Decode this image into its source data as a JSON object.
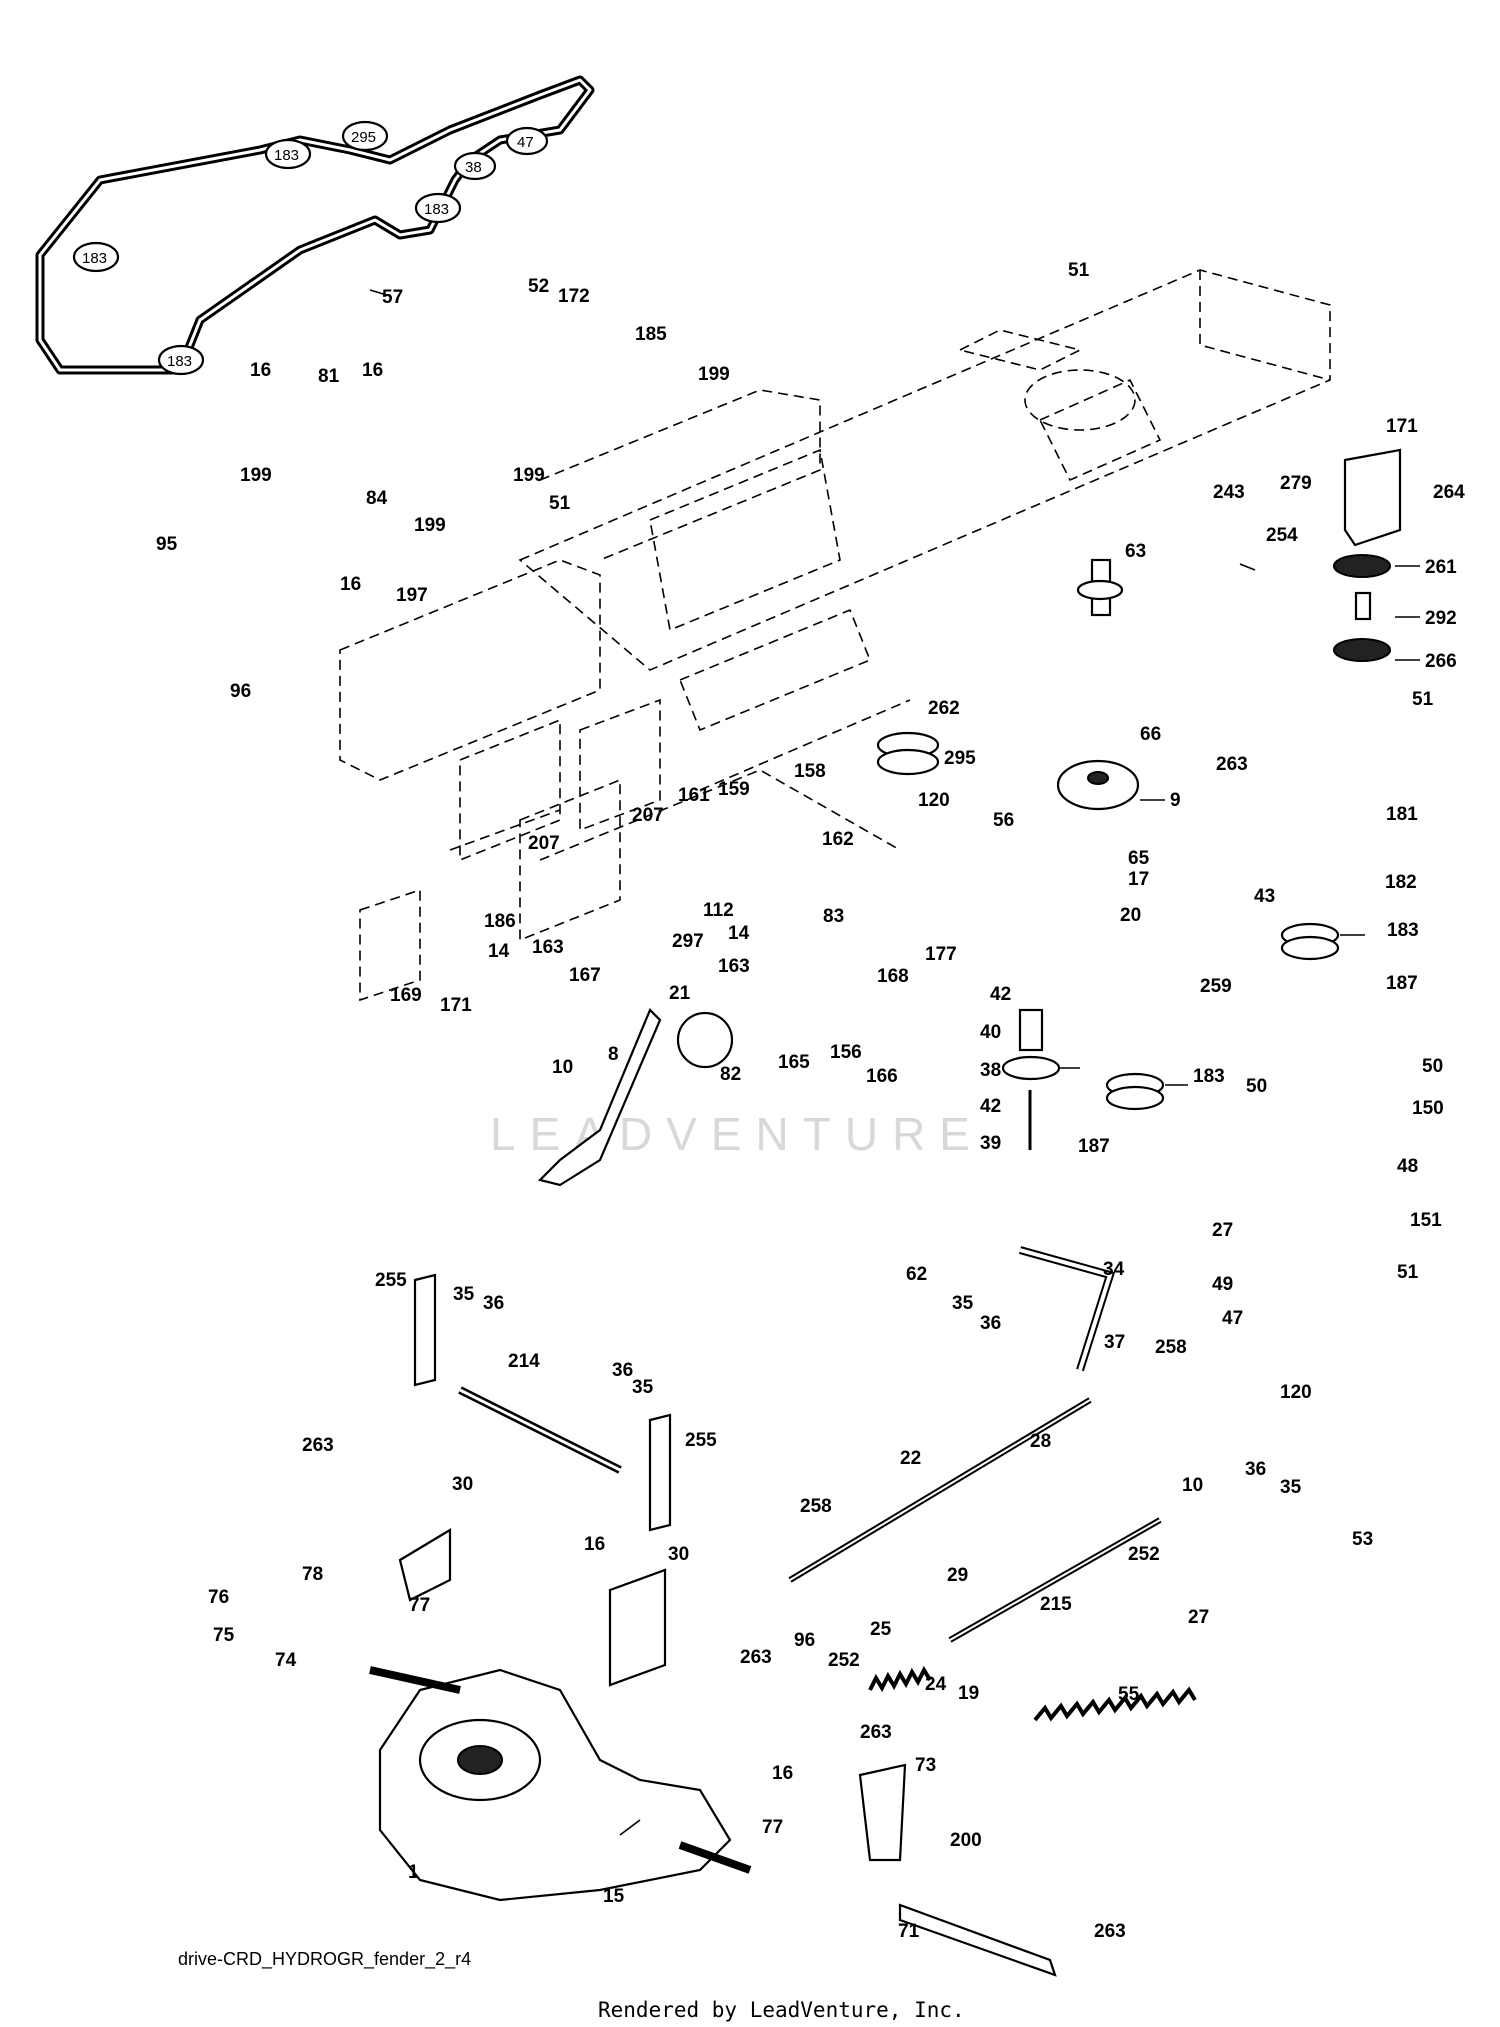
{
  "diagram": {
    "caption": "drive-CRD_HYDROGR_fender_2_r4",
    "footer": "Rendered by LeadVenture, Inc.",
    "watermark": "LEADVENTURE",
    "belt_labels": [
      "295",
      "47",
      "183",
      "38",
      "183",
      "183",
      "183"
    ],
    "callouts": [
      {
        "id": "c57",
        "text": "57"
      },
      {
        "id": "c52",
        "text": "52"
      },
      {
        "id": "c172",
        "text": "172"
      },
      {
        "id": "c185",
        "text": "185"
      },
      {
        "id": "c199a",
        "text": "199"
      },
      {
        "id": "c16a",
        "text": "16"
      },
      {
        "id": "c81",
        "text": "81"
      },
      {
        "id": "c16b",
        "text": "16"
      },
      {
        "id": "c199b",
        "text": "199"
      },
      {
        "id": "c51a",
        "text": "51"
      },
      {
        "id": "c199c",
        "text": "199"
      },
      {
        "id": "c84",
        "text": "84"
      },
      {
        "id": "c199d",
        "text": "199"
      },
      {
        "id": "c16c",
        "text": "16"
      },
      {
        "id": "c197",
        "text": "197"
      },
      {
        "id": "c95",
        "text": "95"
      },
      {
        "id": "c96a",
        "text": "96"
      },
      {
        "id": "c51b",
        "text": "51"
      },
      {
        "id": "c171a",
        "text": "171"
      },
      {
        "id": "c279",
        "text": "279"
      },
      {
        "id": "c264",
        "text": "264"
      },
      {
        "id": "c243",
        "text": "243"
      },
      {
        "id": "c254",
        "text": "254"
      },
      {
        "id": "c63",
        "text": "63"
      },
      {
        "id": "c261",
        "text": "261"
      },
      {
        "id": "c292",
        "text": "292"
      },
      {
        "id": "c266",
        "text": "266"
      },
      {
        "id": "c51c",
        "text": "51"
      },
      {
        "id": "c262",
        "text": "262"
      },
      {
        "id": "c295",
        "text": "295"
      },
      {
        "id": "c120a",
        "text": "120"
      },
      {
        "id": "c66",
        "text": "66"
      },
      {
        "id": "c56",
        "text": "56"
      },
      {
        "id": "c263a",
        "text": "263"
      },
      {
        "id": "c9",
        "text": "9"
      },
      {
        "id": "c181",
        "text": "181"
      },
      {
        "id": "c65",
        "text": "65"
      },
      {
        "id": "c17",
        "text": "17"
      },
      {
        "id": "c20",
        "text": "20"
      },
      {
        "id": "c182",
        "text": "182"
      },
      {
        "id": "c43",
        "text": "43"
      },
      {
        "id": "c183a",
        "text": "183"
      },
      {
        "id": "c187a",
        "text": "187"
      },
      {
        "id": "c158",
        "text": "158"
      },
      {
        "id": "c161",
        "text": "161"
      },
      {
        "id": "c159",
        "text": "159"
      },
      {
        "id": "c207a",
        "text": "207"
      },
      {
        "id": "c162",
        "text": "162"
      },
      {
        "id": "c207b",
        "text": "207"
      },
      {
        "id": "c186",
        "text": "186"
      },
      {
        "id": "c14a",
        "text": "14"
      },
      {
        "id": "c163a",
        "text": "163"
      },
      {
        "id": "c112",
        "text": "112"
      },
      {
        "id": "c14b",
        "text": "14"
      },
      {
        "id": "c83",
        "text": "83"
      },
      {
        "id": "c297",
        "text": "297"
      },
      {
        "id": "c163b",
        "text": "163"
      },
      {
        "id": "c167",
        "text": "167"
      },
      {
        "id": "c169",
        "text": "169"
      },
      {
        "id": "c171b",
        "text": "171"
      },
      {
        "id": "c177",
        "text": "177"
      },
      {
        "id": "c42a",
        "text": "42"
      },
      {
        "id": "c259",
        "text": "259"
      },
      {
        "id": "c40",
        "text": "40"
      },
      {
        "id": "c168",
        "text": "168"
      },
      {
        "id": "c21",
        "text": "21"
      },
      {
        "id": "c82",
        "text": "82"
      },
      {
        "id": "c165",
        "text": "165"
      },
      {
        "id": "c156",
        "text": "156"
      },
      {
        "id": "c166",
        "text": "166"
      },
      {
        "id": "c38",
        "text": "38"
      },
      {
        "id": "c183b",
        "text": "183"
      },
      {
        "id": "c42b",
        "text": "42"
      },
      {
        "id": "c39",
        "text": "39"
      },
      {
        "id": "c187b",
        "text": "187"
      },
      {
        "id": "c10a",
        "text": "10"
      },
      {
        "id": "c8",
        "text": "8"
      },
      {
        "id": "c50a",
        "text": "50"
      },
      {
        "id": "c50b",
        "text": "50"
      },
      {
        "id": "c150",
        "text": "150"
      },
      {
        "id": "c48",
        "text": "48"
      },
      {
        "id": "c27a",
        "text": "27"
      },
      {
        "id": "c151",
        "text": "151"
      },
      {
        "id": "c62",
        "text": "62"
      },
      {
        "id": "c35a",
        "text": "35"
      },
      {
        "id": "c36a",
        "text": "36"
      },
      {
        "id": "c34",
        "text": "34"
      },
      {
        "id": "c49",
        "text": "49"
      },
      {
        "id": "c51d",
        "text": "51"
      },
      {
        "id": "c47",
        "text": "47"
      },
      {
        "id": "c255a",
        "text": "255"
      },
      {
        "id": "c35b",
        "text": "35"
      },
      {
        "id": "c36b",
        "text": "36"
      },
      {
        "id": "c37",
        "text": "37"
      },
      {
        "id": "c258a",
        "text": "258"
      },
      {
        "id": "c214",
        "text": "214"
      },
      {
        "id": "c36c",
        "text": "36"
      },
      {
        "id": "c35c",
        "text": "35"
      },
      {
        "id": "c120b",
        "text": "120"
      },
      {
        "id": "c255b",
        "text": "255"
      },
      {
        "id": "c263b",
        "text": "263"
      },
      {
        "id": "c22",
        "text": "22"
      },
      {
        "id": "c28",
        "text": "28"
      },
      {
        "id": "c36d",
        "text": "36"
      },
      {
        "id": "c35d",
        "text": "35"
      },
      {
        "id": "c30a",
        "text": "30"
      },
      {
        "id": "c10b",
        "text": "10"
      },
      {
        "id": "c258b",
        "text": "258"
      },
      {
        "id": "c53",
        "text": "53"
      },
      {
        "id": "c252a",
        "text": "252"
      },
      {
        "id": "c29",
        "text": "29"
      },
      {
        "id": "c16d",
        "text": "16"
      },
      {
        "id": "c30b",
        "text": "30"
      },
      {
        "id": "c78",
        "text": "78"
      },
      {
        "id": "c76",
        "text": "76"
      },
      {
        "id": "c77a",
        "text": "77"
      },
      {
        "id": "c75",
        "text": "75"
      },
      {
        "id": "c74",
        "text": "74"
      },
      {
        "id": "c215",
        "text": "215"
      },
      {
        "id": "c27b",
        "text": "27"
      },
      {
        "id": "c263c",
        "text": "263"
      },
      {
        "id": "c96b",
        "text": "96"
      },
      {
        "id": "c25",
        "text": "25"
      },
      {
        "id": "c252b",
        "text": "252"
      },
      {
        "id": "c24",
        "text": "24"
      },
      {
        "id": "c19",
        "text": "19"
      },
      {
        "id": "c55",
        "text": "55"
      },
      {
        "id": "c263d",
        "text": "263"
      },
      {
        "id": "c73",
        "text": "73"
      },
      {
        "id": "c16e",
        "text": "16"
      },
      {
        "id": "c77b",
        "text": "77"
      },
      {
        "id": "c200",
        "text": "200"
      },
      {
        "id": "c1",
        "text": "1"
      },
      {
        "id": "c15",
        "text": "15"
      },
      {
        "id": "c71",
        "text": "71"
      },
      {
        "id": "c263e",
        "text": "263"
      }
    ]
  }
}
